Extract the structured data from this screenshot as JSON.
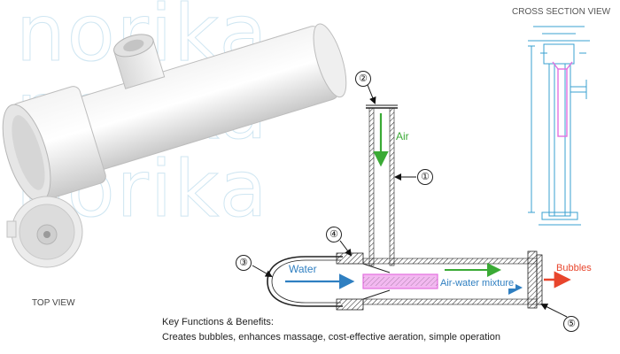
{
  "watermark": {
    "lines": [
      "norika",
      "norika",
      "norika"
    ]
  },
  "views": {
    "cross_section": "CROSS SECTION VIEW",
    "top": "TOP VIEW"
  },
  "diagram": {
    "callouts": [
      "①",
      "②",
      "③",
      "④",
      "⑤"
    ],
    "labels": {
      "air": "Air",
      "water": "Water",
      "mixture": "Air-water mixture",
      "bubbles": "Bubbles"
    }
  },
  "benefits": {
    "heading": "Key Functions & Benefits:",
    "text": "Creates bubbles, enhances massage, cost-effective aeration, simple operation"
  },
  "colors": {
    "air": "#3aaa35",
    "water": "#2f7fc1",
    "bubbles": "#e8452c",
    "insert": "#e36fe0",
    "dimension": "#3aa0d0"
  }
}
